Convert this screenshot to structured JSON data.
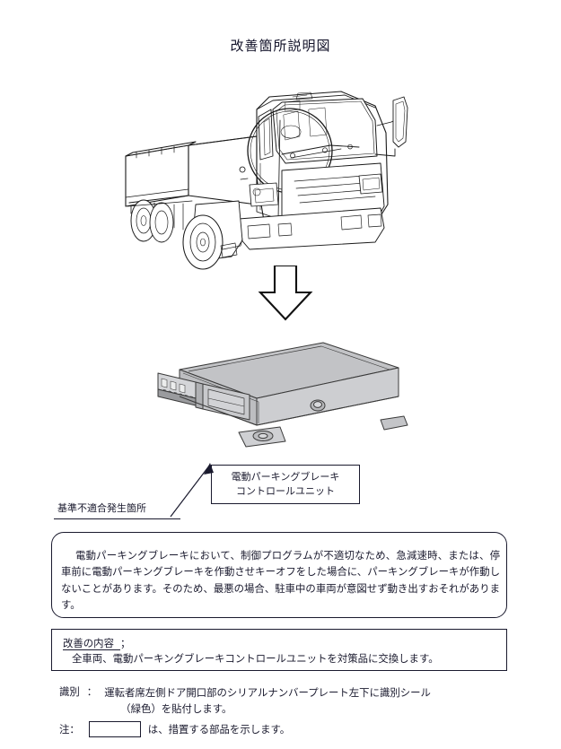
{
  "document": {
    "title": "改善箇所説明図"
  },
  "figures": {
    "vehicle": {
      "name": "flatbed-truck-illustration",
      "highlight_region": "dashboard-circle-highlight"
    },
    "arrow_down": {
      "name": "down-arrow"
    },
    "part": {
      "name": "electric-parking-brake-control-unit-illustration",
      "body_color": "#c9cacd",
      "top_color": "#b9babd",
      "side_color": "#9fa0a4",
      "outline_color": "#3a3a3a"
    },
    "pointer_arrow": {
      "name": "callout-pointer-arrow"
    }
  },
  "callout": {
    "line1": "電動パーキングブレーキ",
    "line2": "コントロールユニット"
  },
  "nonconformance": {
    "label": "基準不適合発生箇所"
  },
  "description": {
    "text": "電動パーキングブレーキにおいて、制御プログラムが不適切なため、急減速時、または、停車前に電動パーキングブレーキを作動させキーオフをした場合に、パーキングブレーキが作動しないことがあります。そのため、最悪の場合、駐車中の車両が意図せず動き出すおそれがあります。"
  },
  "improvement": {
    "heading": "改善の内容",
    "separator": "；",
    "body": "全車両、電動パーキングブレーキコントロールユニットを対策品に交換します。"
  },
  "identification": {
    "key": "識別",
    "colon": "：",
    "line1": "運転者席左側ドア開口部のシリアルナンバープレート左下に識別シール",
    "line2": "（緑色）を貼付します。"
  },
  "note": {
    "key": "注：",
    "text": "は、措置する部品を示します。"
  }
}
